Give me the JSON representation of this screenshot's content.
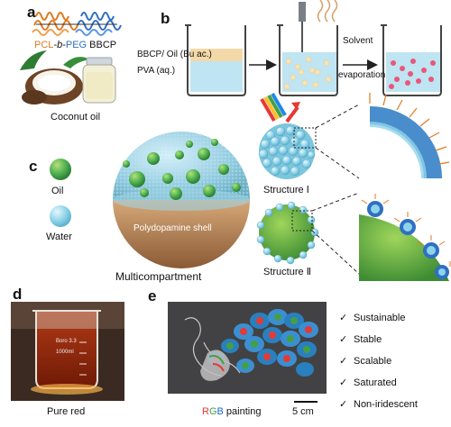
{
  "panels": {
    "a": {
      "label": "a",
      "bbcp_pcl": "PCL",
      "bbcp_b": "-b-",
      "bbcp_peg": "PEG",
      "bbcp_suffix": " BBCP",
      "oil_caption": "Coconut oil"
    },
    "b": {
      "label": "b",
      "phase_oil": "BBCP/ Oil (Bu ac.)",
      "phase_water": "PVA (aq.)",
      "step_label_1": "Solvent",
      "step_label_2": "evaporation"
    },
    "c": {
      "label": "c",
      "legend_oil": "Oil",
      "legend_water": "Water",
      "shell_label": "Polydopamine shell",
      "particle_caption": "Multicompartment",
      "structure_1": "Structure Ⅰ",
      "structure_2": "Structure Ⅱ"
    },
    "d": {
      "label": "d",
      "beaker_brand": "Boro 3.3",
      "beaker_volume": "1000ml",
      "caption": "Pure red"
    },
    "e": {
      "label": "e",
      "caption_r": "R",
      "caption_g": "G",
      "caption_b": "B",
      "caption_rest": " painting",
      "scale_bar": "5 cm"
    }
  },
  "features": [
    "Sustainable",
    "Stable",
    "Scalable",
    "Saturated",
    "Non-iridescent"
  ],
  "check_symbol": "✓",
  "colors": {
    "pcl": "#e07a1f",
    "peg": "#2f6fc4",
    "oil_droplet": "#4caf50",
    "water_droplet": "#8fd3ea",
    "shell": "#b0835a",
    "pink_droplet": "#e8577a",
    "rgb_r": "#e53935",
    "rgb_g": "#43a047",
    "rgb_b": "#1e63d6"
  }
}
